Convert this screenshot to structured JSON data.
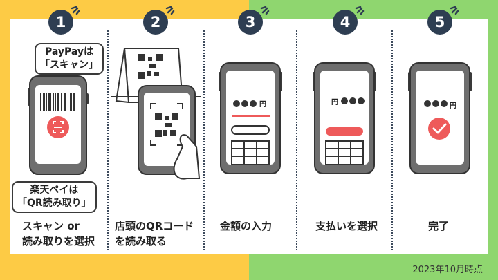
{
  "steps": [
    {
      "number": "1",
      "label": "スキャン or\n読み取りを選択"
    },
    {
      "number": "2",
      "label": "店頭のQRコード\nを読み取る"
    },
    {
      "number": "3",
      "label": "金額の入力"
    },
    {
      "number": "4",
      "label": "支払いを選択"
    },
    {
      "number": "5",
      "label": "完了"
    }
  ],
  "step1": {
    "bubble_top": "PayPayは\n「スキャン」",
    "bubble_bottom": "楽天ペイは\n「QR読み取り」"
  },
  "amount_placeholder": "●●●",
  "currency": "円",
  "footnote": "2023年10月時点",
  "colors": {
    "left_bg": "#FDCB45",
    "right_bg": "#8FD66F",
    "badge": "#2E3E52",
    "accent_red": "#EE5A5A",
    "phone_body": "#6E6E6E",
    "phone_screen": "#FFFFFF"
  },
  "icons": [
    "scan-icon",
    "qr-code-icon",
    "checkmark-icon",
    "hand-icon",
    "keypad-icon",
    "barcode-icon"
  ]
}
